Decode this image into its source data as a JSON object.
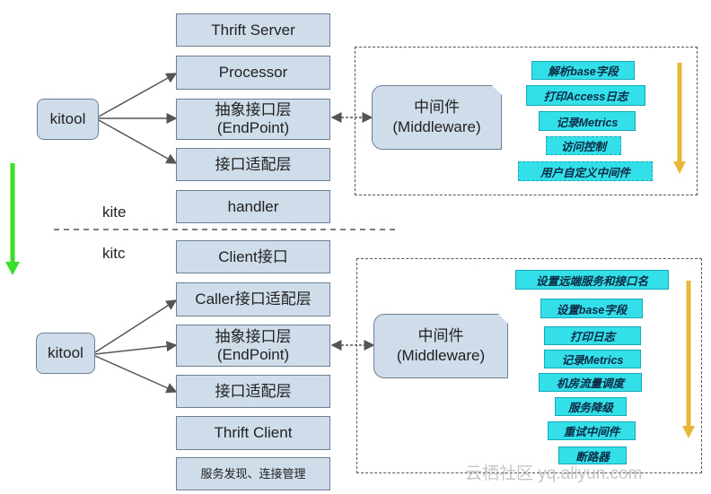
{
  "top": {
    "kitool": "kitool",
    "stack": [
      {
        "text": "Thrift Server"
      },
      {
        "text": "Processor"
      },
      {
        "text": "抽象接口层\n(EndPoint)"
      },
      {
        "text": "接口适配层"
      },
      {
        "text": "handler"
      }
    ],
    "middleware": {
      "line1": "中间件",
      "line2": "(Middleware)"
    },
    "tags": [
      "解析base字段",
      "打印Access日志",
      "记录Metrics",
      "访问控制",
      "用户自定义中间件"
    ]
  },
  "divider": {
    "above_label": "kite",
    "below_label": "kitc"
  },
  "bottom": {
    "kitool": "kitool",
    "stack": [
      {
        "text": "Client接口"
      },
      {
        "text": "Caller接口适配层"
      },
      {
        "text": "抽象接口层\n(EndPoint)"
      },
      {
        "text": "接口适配层"
      },
      {
        "text": "Thrift Client"
      },
      {
        "text": "服务发现、连接管理"
      }
    ],
    "middleware": {
      "line1": "中间件",
      "line2": "(Middleware)"
    },
    "tags": [
      "设置远端服务和接口名",
      "设置base字段",
      "打印日志",
      "记录Metrics",
      "机房流量调度",
      "服务降级",
      "重试中间件",
      "断路器"
    ]
  },
  "colors": {
    "box_fill": "#cfdcea",
    "tag_fill": "#33dfe8",
    "flow_green": "#39e02a",
    "flow_gold": "#e8b736"
  },
  "watermark": "云栖社区 yq.aliyun.com"
}
